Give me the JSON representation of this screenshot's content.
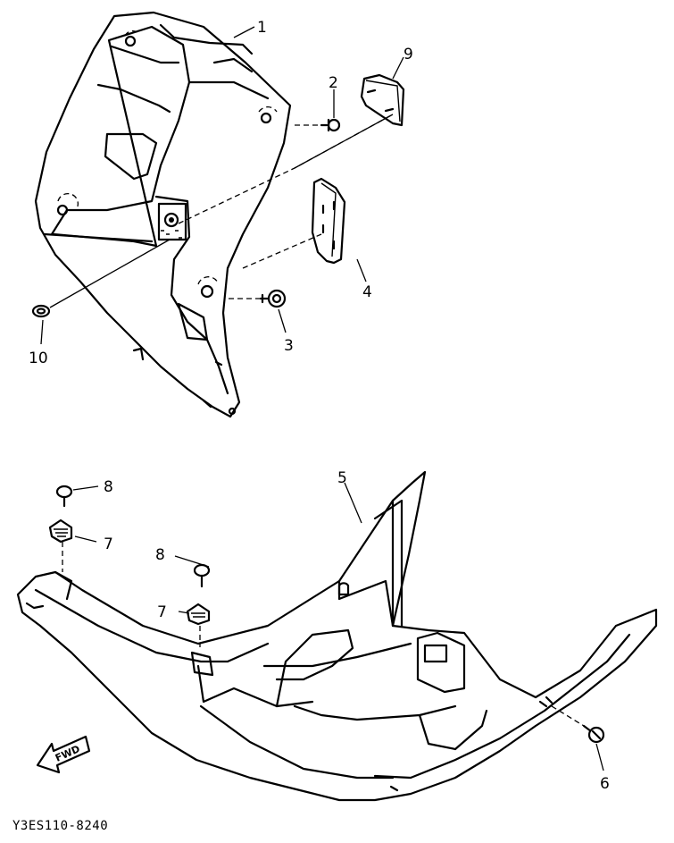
{
  "callouts": [
    {
      "id": "1",
      "text": "1"
    },
    {
      "id": "2",
      "text": "2"
    },
    {
      "id": "3",
      "text": "3"
    },
    {
      "id": "4",
      "text": "4"
    },
    {
      "id": "5",
      "text": "5"
    },
    {
      "id": "6",
      "text": "6"
    },
    {
      "id": "7a",
      "text": "7"
    },
    {
      "id": "7b",
      "text": "7"
    },
    {
      "id": "8a",
      "text": "8"
    },
    {
      "id": "8b",
      "text": "8"
    },
    {
      "id": "9",
      "text": "9"
    },
    {
      "id": "10",
      "text": "10"
    }
  ],
  "fwd_arrow_label": "FWD",
  "diagram_code": "Y3ES110-8240"
}
